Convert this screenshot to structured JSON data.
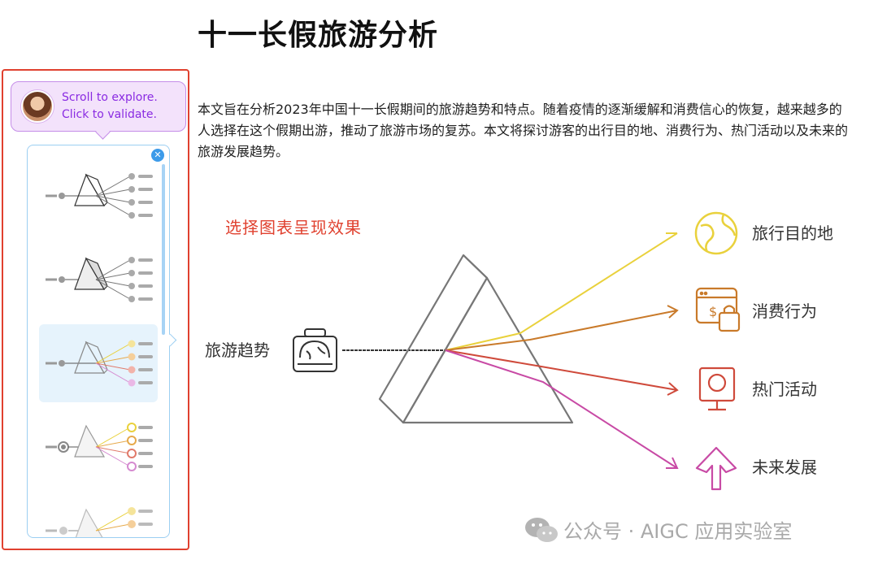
{
  "page": {
    "title": "十一长假旅游分析",
    "intro": "本文旨在分析2023年中国十一长假期间的旅游趋势和特点。随着疫情的逐渐缓解和消费信心的恢复，越来越多的人选择在这个假期出游，推动了旅游市场的复苏。本文将探讨游客的出行目的地、消费行为、热门活动以及未来的旅游发展趋势。",
    "caption": "选择图表呈现效果"
  },
  "tooltip": {
    "line1": "Scroll to explore.",
    "line2": "Click to validate."
  },
  "panel": {
    "close_icon": "close-icon",
    "selected_index": 2,
    "thumb_count": 5
  },
  "diagram": {
    "source_label": "旅游趋势",
    "source_icon": "suitcase-icon",
    "outputs": [
      {
        "label": "旅行目的地",
        "icon": "globe-icon",
        "color": "#e9d13c"
      },
      {
        "label": "消费行为",
        "icon": "online-shopping-icon",
        "color": "#c97a2a"
      },
      {
        "label": "热门活动",
        "icon": "monitor-icon",
        "color": "#cf4a3b"
      },
      {
        "label": "未来发展",
        "icon": "arrow-up-icon",
        "color": "#c84aa5"
      }
    ]
  },
  "watermark": {
    "icon": "wechat-icon",
    "text": "公众号 · AIGC 应用实验室"
  }
}
